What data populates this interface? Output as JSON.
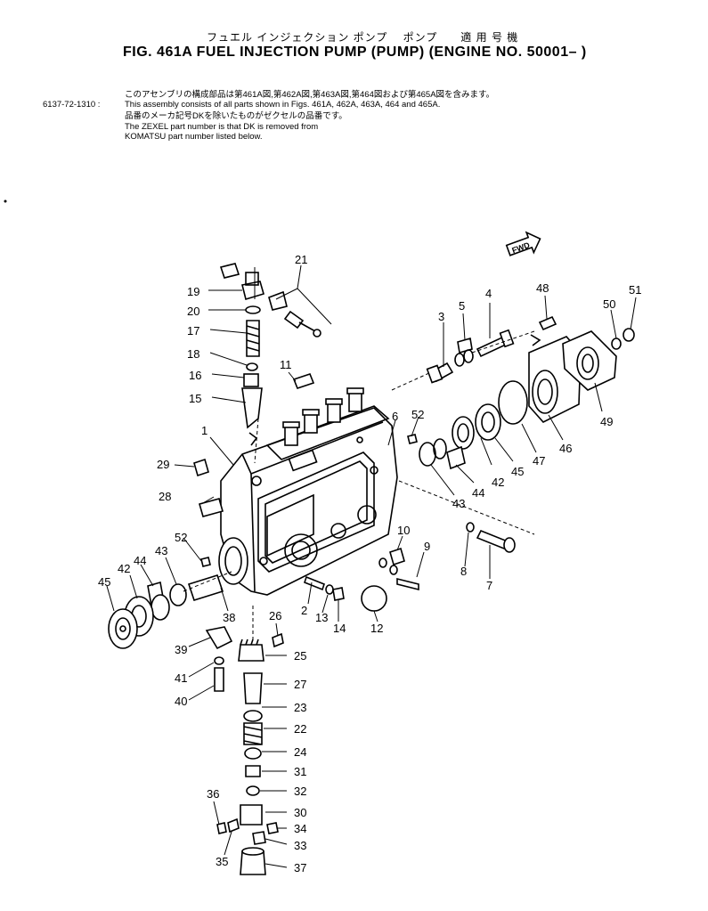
{
  "header": {
    "japanese_title": "フュエル インジェクション ポンプ　 ポンプ　　適 用 号 機",
    "title": "FIG. 461A  FUEL INJECTION PUMP (PUMP) (ENGINE NO. 50001– )"
  },
  "notes": {
    "part_number": "6137-72-1310 :",
    "line1_jp": "このアセンブリの構成部品は第461A図,第462A図,第463A図,第464図および第465A図を含みます。",
    "line2": "This assembly consists of all parts shown in Figs. 461A, 462A, 463A, 464 and 465A.",
    "line3_jp": "品番のメーカ記号DKを除いたものがゼクセルの品番です。",
    "line4": "The ZEXEL part number is that DK is removed from",
    "line5": "KOMATSU part number listed below."
  },
  "fwd_label": "FWD",
  "callouts": [
    "1",
    "2",
    "3",
    "4",
    "5",
    "6",
    "7",
    "8",
    "9",
    "10",
    "11",
    "12",
    "13",
    "14",
    "15",
    "16",
    "17",
    "18",
    "19",
    "20",
    "21",
    "22",
    "23",
    "24",
    "25",
    "26",
    "27",
    "28",
    "29",
    "30",
    "31",
    "32",
    "33",
    "34",
    "35",
    "36",
    "37",
    "38",
    "39",
    "40",
    "41",
    "42",
    "42",
    "43",
    "43",
    "44",
    "44",
    "45",
    "45",
    "46",
    "47",
    "48",
    "49",
    "50",
    "51",
    "52",
    "52"
  ]
}
